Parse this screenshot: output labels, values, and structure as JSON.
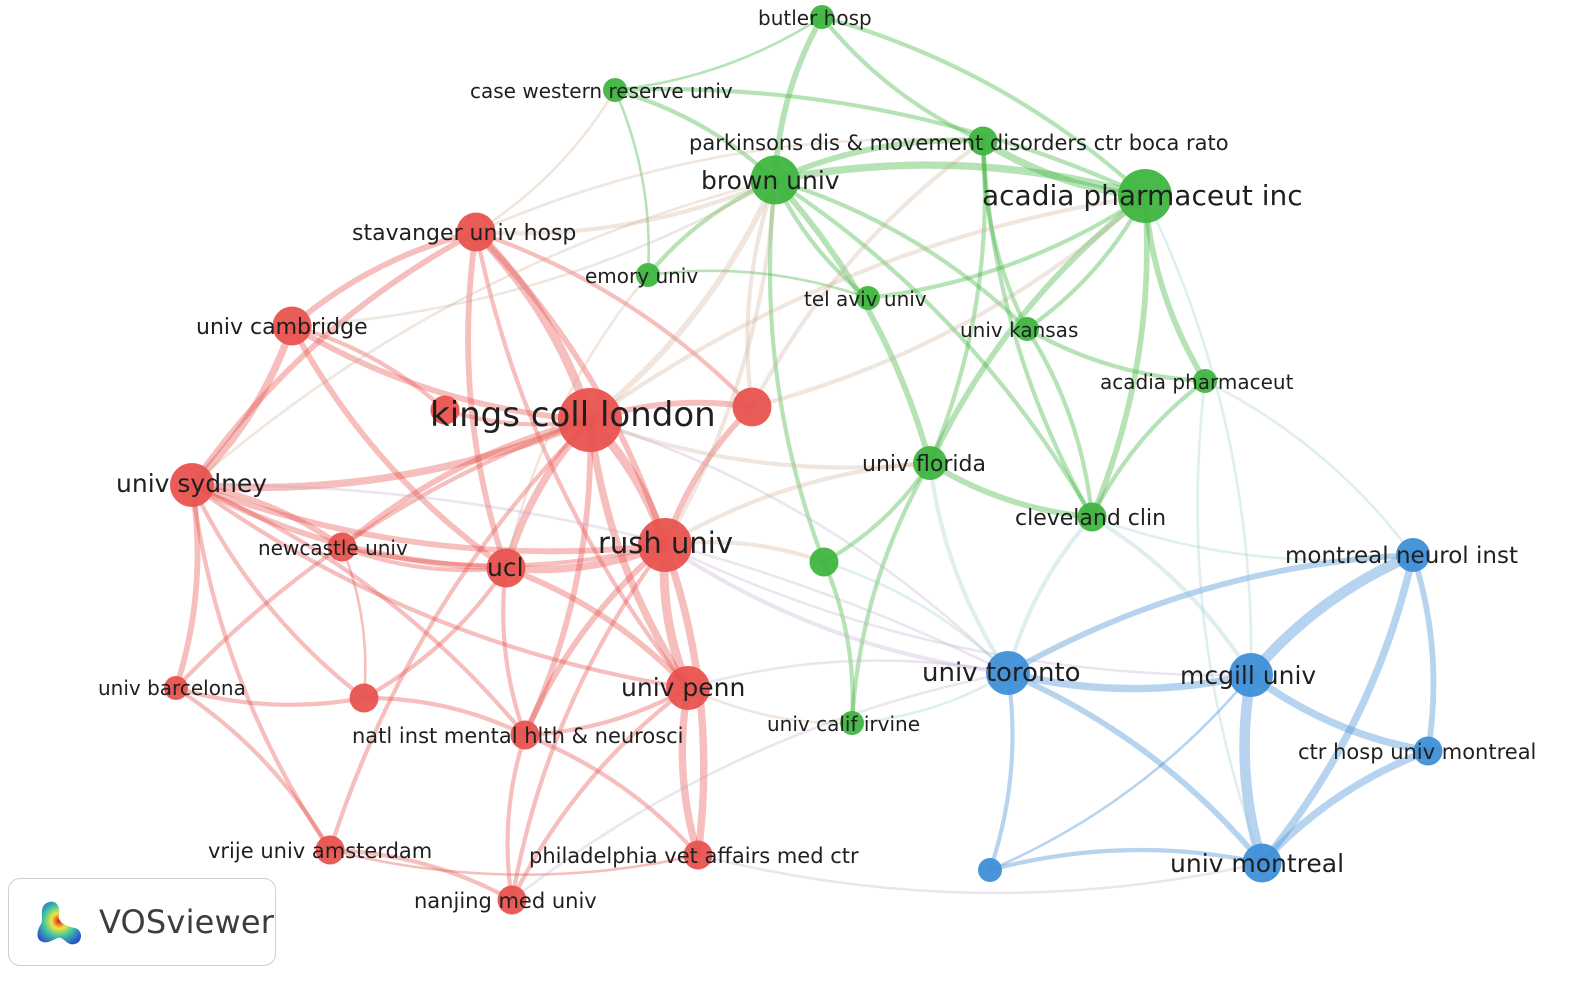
{
  "clusters": {
    "red": "#e8534f",
    "green": "#3fb53f",
    "blue": "#3f8fd8"
  },
  "nodes": [
    {
      "id": "kings",
      "label": "kings coll london",
      "cluster": "red",
      "weight": 10
    },
    {
      "id": "rush",
      "label": "rush univ",
      "cluster": "red",
      "weight": 8
    },
    {
      "id": "sydney",
      "label": "univ sydney",
      "cluster": "red",
      "weight": 6
    },
    {
      "id": "ucl",
      "label": "ucl",
      "cluster": "red",
      "weight": 5
    },
    {
      "id": "penn",
      "label": "univ penn",
      "cluster": "red",
      "weight": 6
    },
    {
      "id": "stavanger",
      "label": "stavanger univ hosp",
      "cluster": "red",
      "weight": 5
    },
    {
      "id": "cambridge",
      "label": "univ cambridge",
      "cluster": "red",
      "weight": 5
    },
    {
      "id": "newcastle",
      "label": "newcastle univ",
      "cluster": "red",
      "weight": 3
    },
    {
      "id": "barcelona",
      "label": "univ barcelona",
      "cluster": "red",
      "weight": 2
    },
    {
      "id": "natl",
      "label": "natl inst mental hlth & neurosci",
      "cluster": "red",
      "weight": 3
    },
    {
      "id": "vrije",
      "label": "vrije univ amsterdam",
      "cluster": "red",
      "weight": 3
    },
    {
      "id": "phila",
      "label": "philadelphia vet affairs med ctr",
      "cluster": "red",
      "weight": 3
    },
    {
      "id": "nanjing",
      "label": "nanjing med univ",
      "cluster": "red",
      "weight": 3
    },
    {
      "id": "red_unl1",
      "label": "",
      "cluster": "red",
      "weight": 5
    },
    {
      "id": "red_unl2",
      "label": "",
      "cluster": "red",
      "weight": 3
    },
    {
      "id": "red_unl3",
      "label": "",
      "cluster": "red",
      "weight": 3
    },
    {
      "id": "acadia_inc",
      "label": "acadia pharmaceut inc",
      "cluster": "green",
      "weight": 8
    },
    {
      "id": "brown",
      "label": "brown univ",
      "cluster": "green",
      "weight": 7
    },
    {
      "id": "butler",
      "label": "butler hosp",
      "cluster": "green",
      "weight": 2
    },
    {
      "id": "case",
      "label": "case western reserve univ",
      "cluster": "green",
      "weight": 2
    },
    {
      "id": "parkinsons",
      "label": "parkinsons dis & movement disorders ctr boca rato",
      "cluster": "green",
      "weight": 3
    },
    {
      "id": "emory",
      "label": "emory univ",
      "cluster": "green",
      "weight": 2
    },
    {
      "id": "telaviv",
      "label": "tel aviv univ",
      "cluster": "green",
      "weight": 2
    },
    {
      "id": "kansas",
      "label": "univ kansas",
      "cluster": "green",
      "weight": 2
    },
    {
      "id": "acadia",
      "label": "acadia pharmaceut",
      "cluster": "green",
      "weight": 2
    },
    {
      "id": "florida",
      "label": "univ florida",
      "cluster": "green",
      "weight": 4
    },
    {
      "id": "cleveland",
      "label": "cleveland clin",
      "cluster": "green",
      "weight": 3
    },
    {
      "id": "irvine",
      "label": "univ calif irvine",
      "cluster": "green",
      "weight": 2
    },
    {
      "id": "green_unl",
      "label": "",
      "cluster": "green",
      "weight": 3
    },
    {
      "id": "toronto",
      "label": "univ toronto",
      "cluster": "blue",
      "weight": 6
    },
    {
      "id": "mcgill",
      "label": "mcgill univ",
      "cluster": "blue",
      "weight": 6
    },
    {
      "id": "mni",
      "label": "montreal neurol inst",
      "cluster": "blue",
      "weight": 4
    },
    {
      "id": "chum",
      "label": "ctr hosp univ montreal",
      "cluster": "blue",
      "weight": 3
    },
    {
      "id": "umontreal",
      "label": "univ montreal",
      "cluster": "blue",
      "weight": 5
    },
    {
      "id": "blue_unl",
      "label": "",
      "cluster": "blue",
      "weight": 2
    }
  ],
  "links": [
    {
      "s": "kings",
      "t": "rush",
      "w": 5
    },
    {
      "s": "kings",
      "t": "ucl",
      "w": 4
    },
    {
      "s": "kings",
      "t": "sydney",
      "w": 4
    },
    {
      "s": "kings",
      "t": "stavanger",
      "w": 5
    },
    {
      "s": "kings",
      "t": "cambridge",
      "w": 3
    },
    {
      "s": "kings",
      "t": "penn",
      "w": 4
    },
    {
      "s": "kings",
      "t": "red_unl1",
      "w": 3
    },
    {
      "s": "kings",
      "t": "newcastle",
      "w": 3
    },
    {
      "s": "kings",
      "t": "natl",
      "w": 3
    },
    {
      "s": "kings",
      "t": "vrije",
      "w": 2
    },
    {
      "s": "kings",
      "t": "red_unl2",
      "w": 2
    },
    {
      "s": "kings",
      "t": "barcelona",
      "w": 2
    },
    {
      "s": "rush",
      "t": "ucl",
      "w": 4
    },
    {
      "s": "rush",
      "t": "penn",
      "w": 5
    },
    {
      "s": "rush",
      "t": "sydney",
      "w": 3
    },
    {
      "s": "rush",
      "t": "stavanger",
      "w": 3
    },
    {
      "s": "rush",
      "t": "phila",
      "w": 4
    },
    {
      "s": "rush",
      "t": "natl",
      "w": 3
    },
    {
      "s": "rush",
      "t": "red_unl1",
      "w": 3
    },
    {
      "s": "rush",
      "t": "nanjing",
      "w": 2
    },
    {
      "s": "rush",
      "t": "newcastle",
      "w": 2
    },
    {
      "s": "sydney",
      "t": "cambridge",
      "w": 4
    },
    {
      "s": "sydney",
      "t": "stavanger",
      "w": 3
    },
    {
      "s": "sydney",
      "t": "ucl",
      "w": 3
    },
    {
      "s": "sydney",
      "t": "barcelona",
      "w": 3
    },
    {
      "s": "sydney",
      "t": "vrije",
      "w": 2
    },
    {
      "s": "sydney",
      "t": "newcastle",
      "w": 3
    },
    {
      "s": "sydney",
      "t": "penn",
      "w": 2
    },
    {
      "s": "sydney",
      "t": "natl",
      "w": 2
    },
    {
      "s": "sydney",
      "t": "red_unl3",
      "w": 2
    },
    {
      "s": "cambridge",
      "t": "stavanger",
      "w": 3
    },
    {
      "s": "cambridge",
      "t": "ucl",
      "w": 3
    },
    {
      "s": "cambridge",
      "t": "red_unl2",
      "w": 2
    },
    {
      "s": "stavanger",
      "t": "ucl",
      "w": 3
    },
    {
      "s": "stavanger",
      "t": "red_unl1",
      "w": 2
    },
    {
      "s": "stavanger",
      "t": "penn",
      "w": 2
    },
    {
      "s": "ucl",
      "t": "penn",
      "w": 3
    },
    {
      "s": "ucl",
      "t": "natl",
      "w": 2
    },
    {
      "s": "ucl",
      "t": "newcastle",
      "w": 2
    },
    {
      "s": "penn",
      "t": "phila",
      "w": 4
    },
    {
      "s": "penn",
      "t": "natl",
      "w": 2
    },
    {
      "s": "penn",
      "t": "nanjing",
      "w": 2
    },
    {
      "s": "barcelona",
      "t": "vrije",
      "w": 2
    },
    {
      "s": "barcelona",
      "t": "red_unl3",
      "w": 2
    },
    {
      "s": "vrije",
      "t": "nanjing",
      "w": 2
    },
    {
      "s": "natl",
      "t": "nanjing",
      "w": 2
    },
    {
      "s": "natl",
      "t": "phila",
      "w": 2
    },
    {
      "s": "vrije",
      "t": "phila",
      "w": 1
    },
    {
      "s": "red_unl3",
      "t": "natl",
      "w": 2
    },
    {
      "s": "red_unl3",
      "t": "ucl",
      "w": 2
    },
    {
      "s": "newcastle",
      "t": "red_unl3",
      "w": 1
    },
    {
      "s": "acadia_inc",
      "t": "brown",
      "w": 4
    },
    {
      "s": "acadia_inc",
      "t": "parkinsons",
      "w": 4
    },
    {
      "s": "acadia_inc",
      "t": "acadia",
      "w": 3
    },
    {
      "s": "acadia_inc",
      "t": "kansas",
      "w": 2
    },
    {
      "s": "acadia_inc",
      "t": "florida",
      "w": 3
    },
    {
      "s": "acadia_inc",
      "t": "cleveland",
      "w": 3
    },
    {
      "s": "acadia_inc",
      "t": "butler",
      "w": 2
    },
    {
      "s": "acadia_inc",
      "t": "telaviv",
      "w": 2
    },
    {
      "s": "acadia_inc",
      "t": "case",
      "w": 2
    },
    {
      "s": "brown",
      "t": "butler",
      "w": 3
    },
    {
      "s": "brown",
      "t": "case",
      "w": 2
    },
    {
      "s": "brown",
      "t": "parkinsons",
      "w": 3
    },
    {
      "s": "brown",
      "t": "emory",
      "w": 2
    },
    {
      "s": "brown",
      "t": "florida",
      "w": 3
    },
    {
      "s": "brown",
      "t": "telaviv",
      "w": 2
    },
    {
      "s": "brown",
      "t": "cleveland",
      "w": 2
    },
    {
      "s": "brown",
      "t": "green_unl",
      "w": 2
    },
    {
      "s": "brown",
      "t": "kansas",
      "w": 2
    },
    {
      "s": "parkinsons",
      "t": "kansas",
      "w": 2
    },
    {
      "s": "parkinsons",
      "t": "florida",
      "w": 2
    },
    {
      "s": "parkinsons",
      "t": "cleveland",
      "w": 2
    },
    {
      "s": "parkinsons",
      "t": "butler",
      "w": 2
    },
    {
      "s": "case",
      "t": "butler",
      "w": 1
    },
    {
      "s": "case",
      "t": "emory",
      "w": 1
    },
    {
      "s": "florida",
      "t": "cleveland",
      "w": 3
    },
    {
      "s": "florida",
      "t": "green_unl",
      "w": 2
    },
    {
      "s": "florida",
      "t": "irvine",
      "w": 2
    },
    {
      "s": "cleveland",
      "t": "acadia",
      "w": 2
    },
    {
      "s": "cleveland",
      "t": "kansas",
      "w": 2
    },
    {
      "s": "emory",
      "t": "telaviv",
      "w": 1
    },
    {
      "s": "irvine",
      "t": "green_unl",
      "w": 2
    },
    {
      "s": "acadia",
      "t": "kansas",
      "w": 2
    },
    {
      "s": "mcgill",
      "t": "umontreal",
      "w": 6
    },
    {
      "s": "mcgill",
      "t": "mni",
      "w": 6
    },
    {
      "s": "mcgill",
      "t": "chum",
      "w": 4
    },
    {
      "s": "mcgill",
      "t": "toronto",
      "w": 4
    },
    {
      "s": "umontreal",
      "t": "mni",
      "w": 4
    },
    {
      "s": "umontreal",
      "t": "chum",
      "w": 4
    },
    {
      "s": "umontreal",
      "t": "toronto",
      "w": 3
    },
    {
      "s": "mni",
      "t": "chum",
      "w": 3
    },
    {
      "s": "mni",
      "t": "toronto",
      "w": 3
    },
    {
      "s": "toronto",
      "t": "blue_unl",
      "w": 2
    },
    {
      "s": "umontreal",
      "t": "blue_unl",
      "w": 2
    },
    {
      "s": "mcgill",
      "t": "blue_unl",
      "w": 1
    },
    {
      "s": "kings",
      "t": "brown",
      "w": 3
    },
    {
      "s": "kings",
      "t": "acadia_inc",
      "w": 2
    },
    {
      "s": "kings",
      "t": "florida",
      "w": 2
    },
    {
      "s": "kings",
      "t": "toronto",
      "w": 1
    },
    {
      "s": "rush",
      "t": "brown",
      "w": 2
    },
    {
      "s": "rush",
      "t": "florida",
      "w": 2
    },
    {
      "s": "rush",
      "t": "toronto",
      "w": 2
    },
    {
      "s": "rush",
      "t": "green_unl",
      "w": 2
    },
    {
      "s": "rush",
      "t": "mcgill",
      "w": 1
    },
    {
      "s": "red_unl1",
      "t": "brown",
      "w": 2
    },
    {
      "s": "red_unl1",
      "t": "acadia_inc",
      "w": 2
    },
    {
      "s": "red_unl1",
      "t": "parkinsons",
      "w": 2
    },
    {
      "s": "stavanger",
      "t": "brown",
      "w": 2
    },
    {
      "s": "stavanger",
      "t": "parkinsons",
      "w": 1
    },
    {
      "s": "stavanger",
      "t": "case",
      "w": 1
    },
    {
      "s": "penn",
      "t": "toronto",
      "w": 1
    },
    {
      "s": "penn",
      "t": "irvine",
      "w": 1
    },
    {
      "s": "ucl",
      "t": "emory",
      "w": 1
    },
    {
      "s": "cleveland",
      "t": "toronto",
      "w": 2
    },
    {
      "s": "cleveland",
      "t": "mcgill",
      "w": 2
    },
    {
      "s": "cleveland",
      "t": "mni",
      "w": 1
    },
    {
      "s": "acadia",
      "t": "mni",
      "w": 1
    },
    {
      "s": "acadia",
      "t": "umontreal",
      "w": 1
    },
    {
      "s": "acadia_inc",
      "t": "mcgill",
      "w": 1
    },
    {
      "s": "florida",
      "t": "toronto",
      "w": 2
    },
    {
      "s": "green_unl",
      "t": "toronto",
      "w": 1
    },
    {
      "s": "irvine",
      "t": "toronto",
      "w": 1
    },
    {
      "s": "sydney",
      "t": "brown",
      "w": 1
    },
    {
      "s": "cambridge",
      "t": "brown",
      "w": 1
    },
    {
      "s": "sydney",
      "t": "toronto",
      "w": 1
    },
    {
      "s": "phila",
      "t": "umontreal",
      "w": 1
    },
    {
      "s": "nanjing",
      "t": "toronto",
      "w": 1
    }
  ],
  "branding": {
    "app_name": "VOSviewer"
  }
}
